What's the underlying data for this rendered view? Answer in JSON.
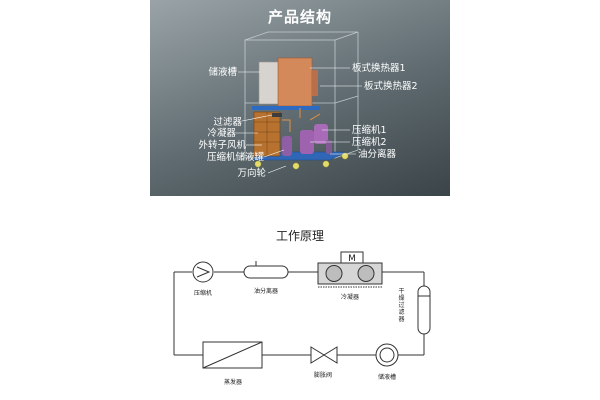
{
  "product": {
    "title": "产品结构",
    "labels": {
      "reservoir": "储液槽",
      "plate_hx1": "板式换热器1",
      "plate_hx2": "板式换热器2",
      "filter": "过滤器",
      "condenser": "冷凝器",
      "outer_rotor_fan": "外转子风机",
      "compressor_tank": "压缩机储液罐",
      "compressor1": "压缩机1",
      "compressor2": "压缩机2",
      "oil_separator": "油分离器",
      "caster": "万向轮"
    }
  },
  "principle": {
    "title": "工作原理",
    "motor_letter": "M",
    "labels": {
      "compressor": "压缩机",
      "oil_separator": "油分离器",
      "condenser": "冷凝器",
      "dry_filter": "干燥过滤器",
      "evaporator": "蒸发器",
      "expansion_valve": "膨胀阀",
      "reservoir": "储液槽"
    }
  }
}
